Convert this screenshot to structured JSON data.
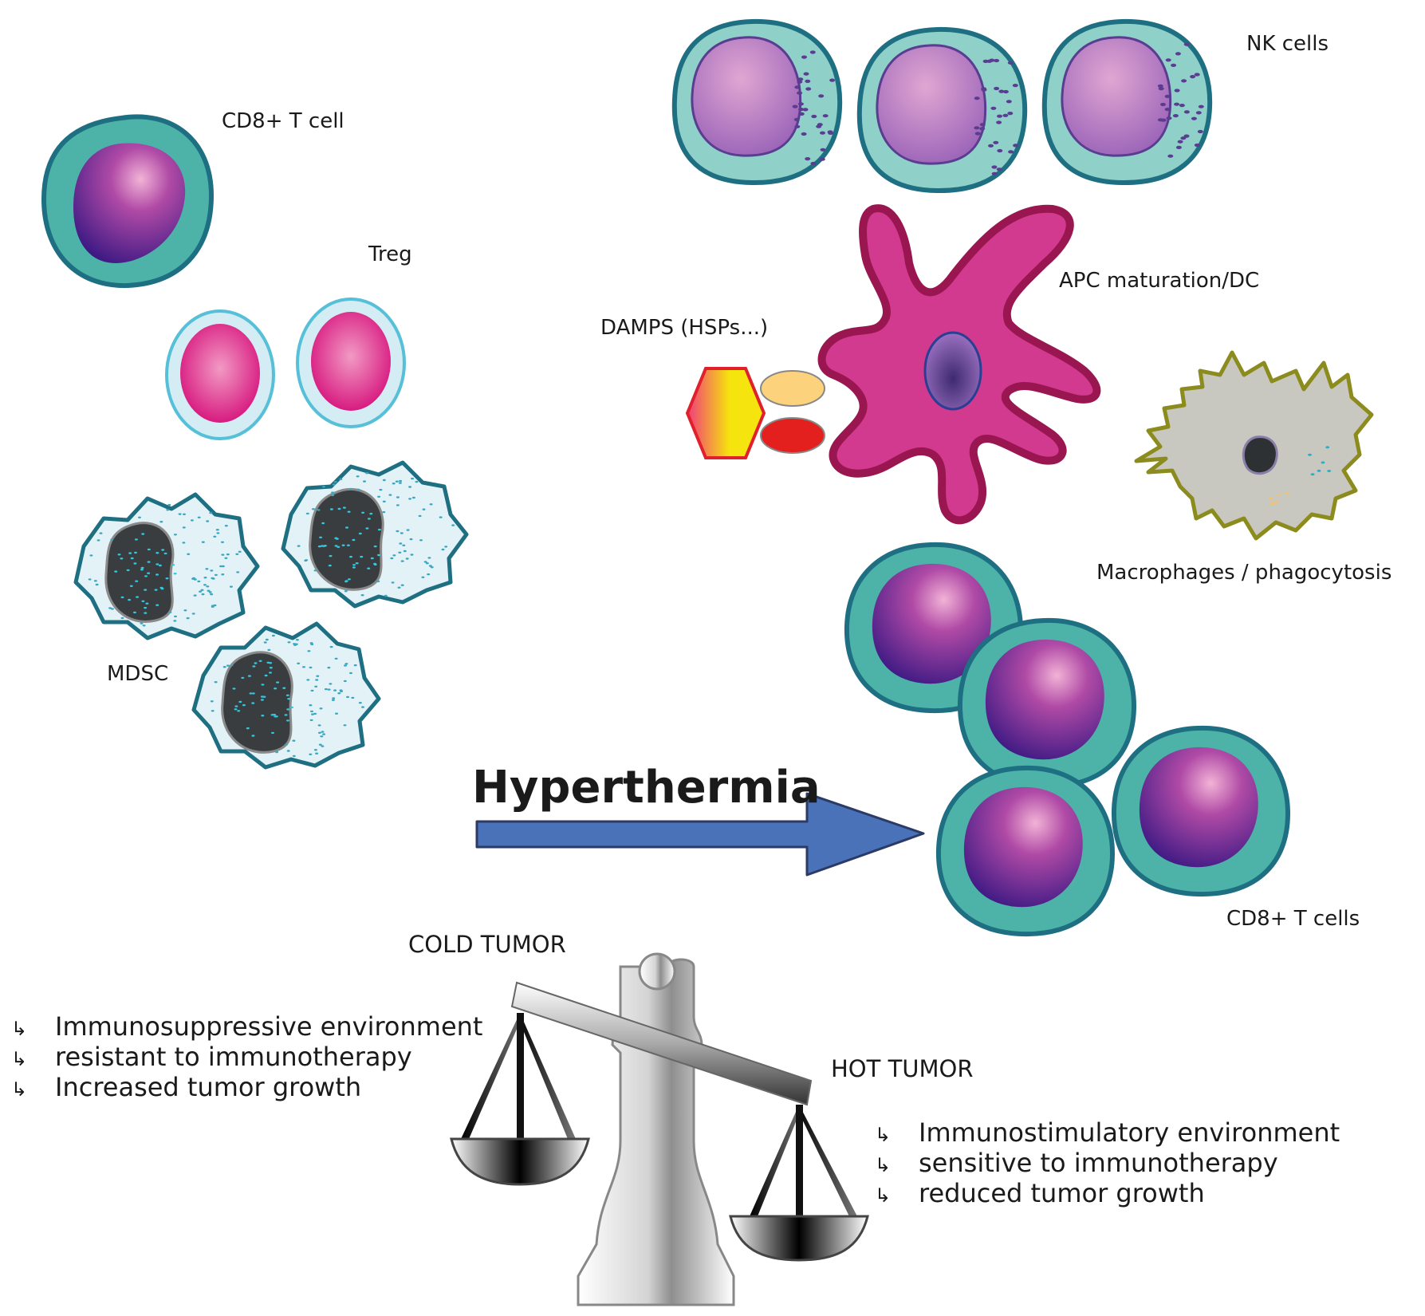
{
  "labels": {
    "cd8_single": "CD8+ T cell",
    "treg": "Treg",
    "mdsc": "MDSC",
    "nk": "NK cells",
    "apc": "APC maturation/DC",
    "damps": "DAMPS (HSPs...)",
    "macrophages": "Macrophages / phagocytosis",
    "cd8_group": "CD8+ T cells"
  },
  "arrow": {
    "label": "Hyperthermia"
  },
  "cold": {
    "title": "COLD TUMOR",
    "items": [
      "Immunosuppressive environment",
      "resistant to immunotherapy",
      "Increased tumor growth"
    ]
  },
  "hot": {
    "title": "HOT TUMOR",
    "items": [
      "Immunostimulatory environment",
      "sensitive to immunotherapy",
      "reduced tumor growth"
    ]
  },
  "bullet_symbol": "↳",
  "colors": {
    "tcell_cytoplasm": "#4db3a8",
    "tcell_outline": "#1e6f82",
    "nucleus_purple": "#6a2c91",
    "treg_nucleus": "#d81b7a",
    "nk_cytoplasm": "#8fd0c9",
    "dc_pink": "#d23a8f",
    "dc_outline": "#9a1650",
    "macrophage_olive": "#8c8c1e",
    "arrow_blue": "#4a72b8"
  }
}
